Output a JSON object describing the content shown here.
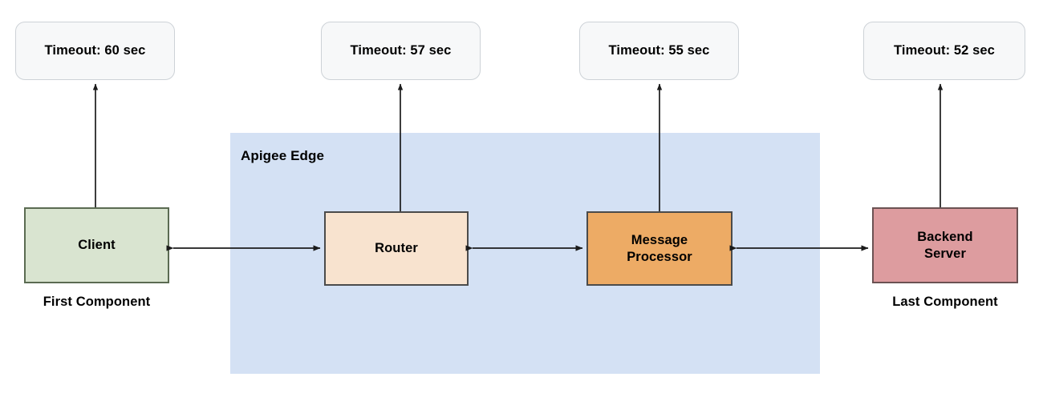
{
  "diagram": {
    "zone": {
      "label": "Apigee Edge",
      "color": "#d4e1f4"
    },
    "timeouts": [
      {
        "label": "Timeout:  60 sec",
        "value": 60,
        "unit": "sec",
        "for": "Client"
      },
      {
        "label": "Timeout:  57 sec",
        "value": 57,
        "unit": "sec",
        "for": "Router"
      },
      {
        "label": "Timeout:  55 sec",
        "value": 55,
        "unit": "sec",
        "for": "Message Processor"
      },
      {
        "label": "Timeout:  52 sec",
        "value": 52,
        "unit": "sec",
        "for": "Backend Server"
      }
    ],
    "nodes": [
      {
        "label": "Client",
        "color": "#d9e4d0",
        "caption": "First Component"
      },
      {
        "label": "Router",
        "color": "#f8e3cf",
        "caption": ""
      },
      {
        "label": "Message\nProcessor",
        "line1": "Message",
        "line2": "Processor",
        "color": "#edab65",
        "caption": ""
      },
      {
        "label": "Backend\nServer",
        "line1": "Backend",
        "line2": "Server",
        "color": "#dd9c9f",
        "caption": "Last Component"
      }
    ],
    "captions": {
      "first": "First Component",
      "last": "Last Component"
    },
    "connections": [
      {
        "from": "Client",
        "to": "Router",
        "type": "bidirectional"
      },
      {
        "from": "Router",
        "to": "Message Processor",
        "type": "bidirectional"
      },
      {
        "from": "Message Processor",
        "to": "Backend Server",
        "type": "bidirectional"
      }
    ]
  }
}
